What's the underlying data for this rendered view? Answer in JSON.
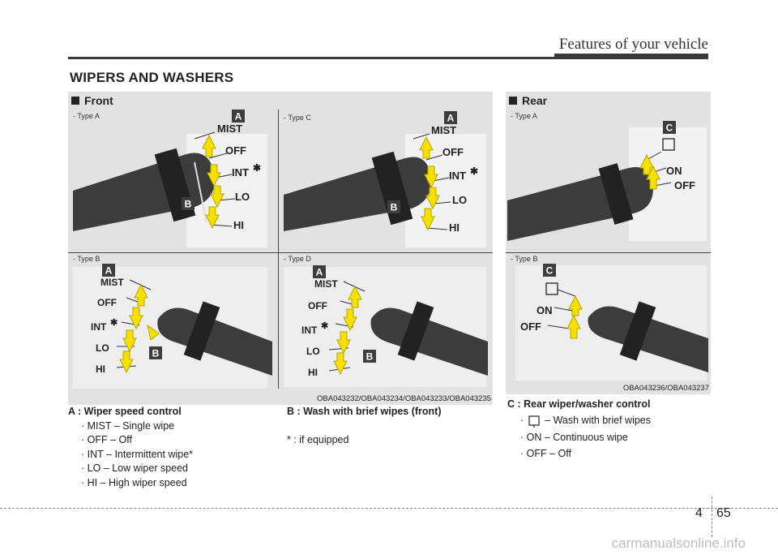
{
  "header": {
    "chapter_title": "Features of your vehicle"
  },
  "section": {
    "title": "WIPERS AND WASHERS"
  },
  "front_panel": {
    "heading": "Front",
    "type_a": "- Type A",
    "type_b": "- Type B",
    "type_c": "- Type C",
    "type_d": "- Type D",
    "image_code": "OBA043232/OBA043234/OBA043233/OBA043235"
  },
  "rear_panel": {
    "heading": "Rear",
    "type_a": "- Type A",
    "type_b": "- Type B",
    "image_code": "OBA043236/OBA043237"
  },
  "diagram_labels": {
    "mist": "MIST",
    "off": "OFF",
    "int": "INT",
    "star": "✱",
    "lo": "LO",
    "hi": "HI",
    "on": "ON",
    "badge_a": "A",
    "badge_b": "B",
    "badge_c": "C"
  },
  "captions": {
    "a_title": "A : Wiper speed control",
    "a_items": [
      "· MIST – Single wipe",
      "· OFF – Off",
      "· INT – Intermittent wipe*",
      "· LO – Low wiper speed",
      "· HI – High wiper speed"
    ],
    "b_title": "B : Wash with brief wipes (front)",
    "b_note": "* : if equipped",
    "c_title": "C : Rear wiper/washer control",
    "c_items": [
      "– Wash with brief wipes",
      "· ON – Continuous wipe",
      "· OFF – Off"
    ],
    "c_bullet": "·"
  },
  "footer": {
    "chapter": "4",
    "page": "65",
    "watermark": "carmanualsonline.info"
  },
  "colors": {
    "panel": "#e2e2e2",
    "badge": "#3d3d3d",
    "arrow": "#f5e000"
  }
}
